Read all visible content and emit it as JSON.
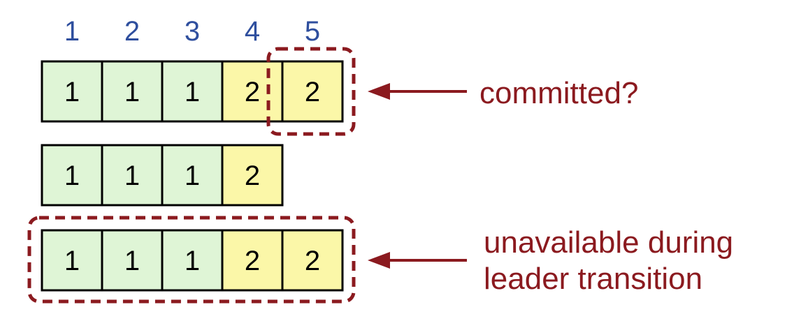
{
  "colors": {
    "index_label": "#2f4f9e",
    "term1_fill": "#dff5d6",
    "term2_fill": "#fbf7a8",
    "cell_border": "#000000",
    "accent": "#8b1a1f"
  },
  "log_indices": [
    "1",
    "2",
    "3",
    "4",
    "5"
  ],
  "logs": [
    {
      "entries": [
        "1",
        "1",
        "1",
        "2",
        "2"
      ]
    },
    {
      "entries": [
        "1",
        "1",
        "1",
        "2"
      ]
    },
    {
      "entries": [
        "1",
        "1",
        "1",
        "2",
        "2"
      ]
    }
  ],
  "annotations": {
    "committed": "committed?",
    "unavailable_line1": "unavailable during",
    "unavailable_line2": "leader transition"
  }
}
